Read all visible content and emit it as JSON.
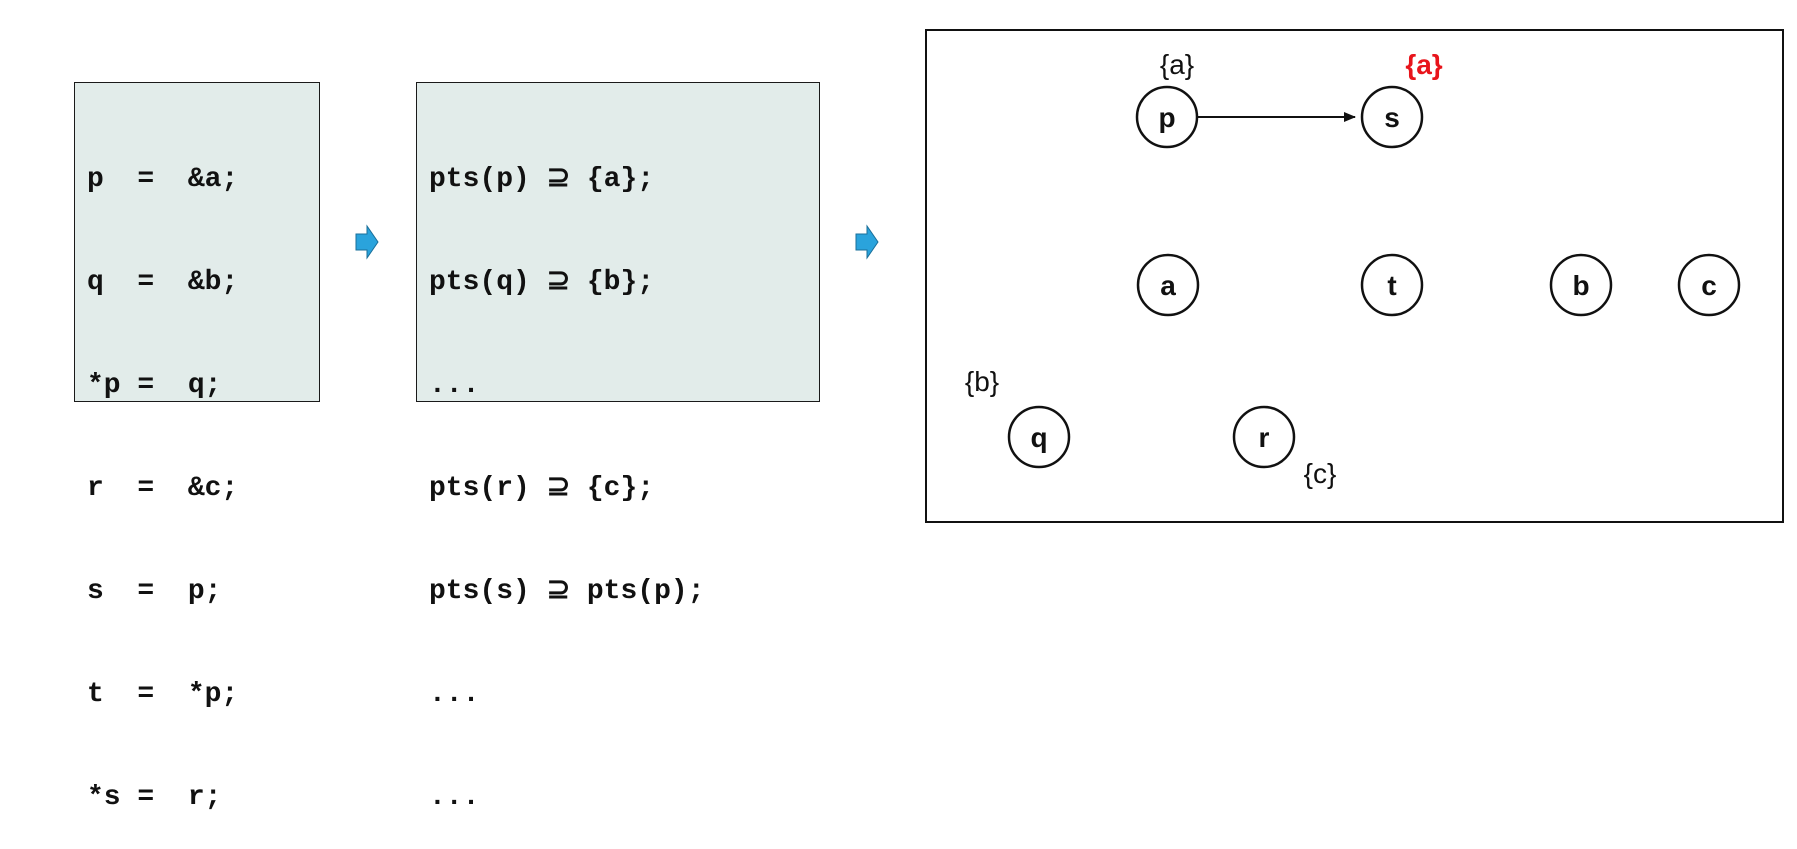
{
  "program": {
    "lines": [
      "p  =  &a;",
      "q  =  &b;",
      "*p =  q;",
      "r  =  &c;",
      "s  =  p;",
      "t  =  *p;",
      "*s =  r;"
    ]
  },
  "constraints": {
    "lines": [
      "pts(p) ⊇ {a};",
      "pts(q) ⊇ {b};",
      "...",
      "pts(r) ⊇ {c};",
      "pts(s) ⊇ pts(p);",
      "...",
      "..."
    ]
  },
  "arrows": {
    "color": "#2aa3dc"
  },
  "graph": {
    "nodes": {
      "p": "p",
      "s": "s",
      "a": "a",
      "t": "t",
      "b": "b",
      "c": "c",
      "q": "q",
      "r": "r"
    },
    "sets": {
      "p": "{a}",
      "s": "{a}",
      "q": "{b}",
      "r": "{c}"
    },
    "highlight_color": "#e8141b"
  }
}
